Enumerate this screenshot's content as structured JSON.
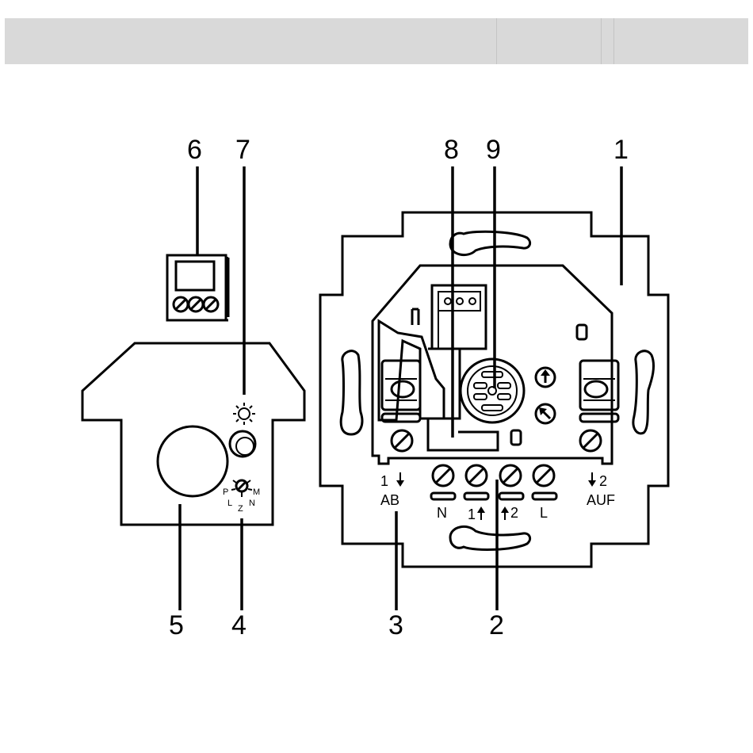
{
  "callouts": {
    "c1": "1",
    "c2": "2",
    "c3": "3",
    "c4": "4",
    "c5": "5",
    "c6": "6",
    "c7": "7",
    "c8": "8",
    "c9": "9"
  },
  "module_labels": {
    "ab_num": "1",
    "ab_text": "AB",
    "auf_num": "2",
    "auf_text": "AUF",
    "term_n": "N",
    "term_1": "1",
    "term_2": "2",
    "term_l": "L"
  },
  "selector_labels": {
    "p": "P",
    "m": "M",
    "l": "L",
    "z": "Z",
    "n": "N"
  }
}
